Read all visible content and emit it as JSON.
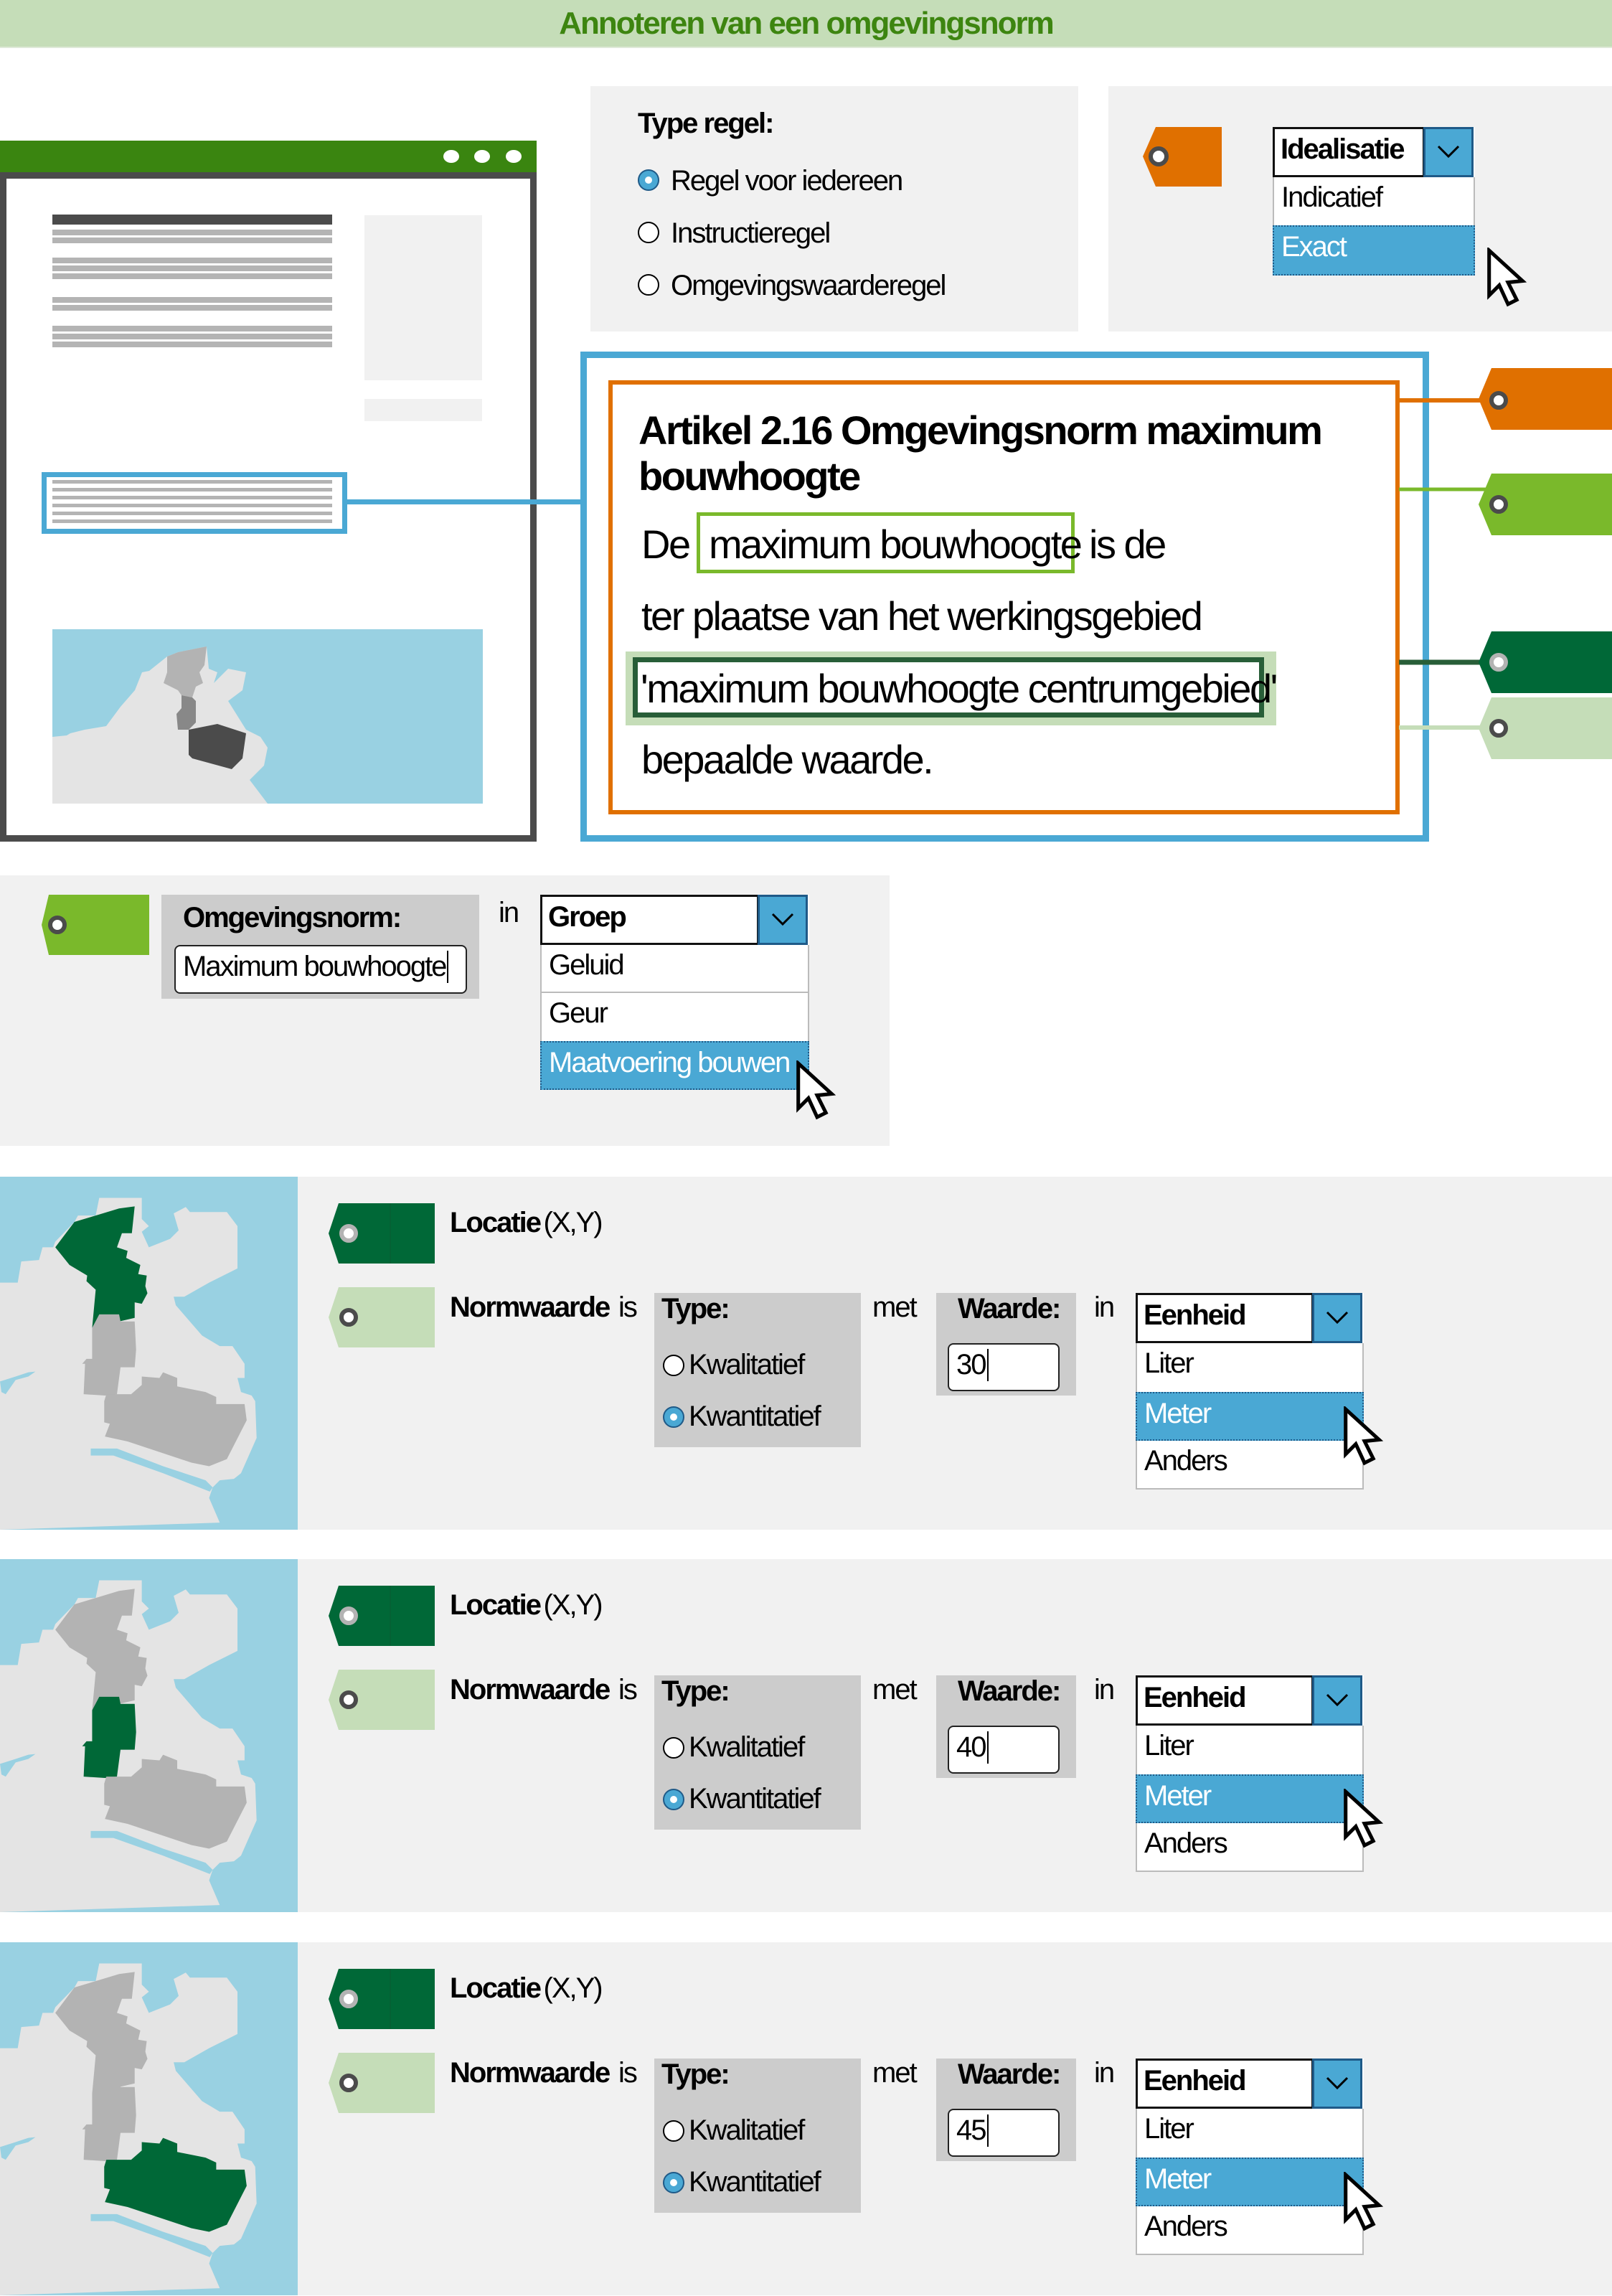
{
  "header": {
    "title": "Annoteren van een omgevingsnorm"
  },
  "colors": {
    "header_bg": "#c5ddb8",
    "header_text": "#3d8510",
    "browser_bar": "#3a8510",
    "selection_blue": "#4aa8d4",
    "tag_orange": "#e07000",
    "tag_light_green": "#7ab92b",
    "tag_dark_green": "#006837",
    "tag_pale_green": "#c5ddb8",
    "map_water": "#99d1e2",
    "map_land": "#e4e4e4",
    "map_region": "#b3b3b3"
  },
  "type_regel": {
    "label": "Type regel:",
    "options": [
      {
        "label": "Regel voor iedereen",
        "selected": true
      },
      {
        "label": "Instructieregel",
        "selected": false
      },
      {
        "label": "Omgevingswaarderegel",
        "selected": false
      }
    ]
  },
  "idealisatie": {
    "tag_icon": "tag-orange-icon",
    "dropdown_label": "Idealisatie",
    "options": [
      {
        "label": "Indicatief",
        "selected": false
      },
      {
        "label": "Exact",
        "selected": true
      }
    ]
  },
  "article": {
    "title_line1": "Artikel 2.16 Omgevingsnorm maximum",
    "title_line2": "bouwhoogte",
    "line1_pre": "De",
    "line1_highlight": "maximum bouwhoogte",
    "line1_post": "is de",
    "line2": "ter plaatse van het werkingsgebied",
    "line3_highlight": "'maximum bouwhoogte centrumgebied'",
    "line4": "bepaalde waarde."
  },
  "omgevingsnorm": {
    "label": "Omgevingsnorm:",
    "value": "Maximum bouwhoogte",
    "in_label": "in",
    "dropdown_label": "Groep",
    "options": [
      {
        "label": "Geluid",
        "selected": false
      },
      {
        "label": "Geur",
        "selected": false
      },
      {
        "label": "Maatvoering bouwen",
        "selected": true
      }
    ]
  },
  "rows": [
    {
      "locatie_label": "Locatie",
      "locatie_coords": "(X,Y)",
      "normwaarde_label": "Normwaarde",
      "is_label": "is",
      "type_label": "Type:",
      "type_options": [
        {
          "label": "Kwalitatief",
          "selected": false
        },
        {
          "label": "Kwantitatief",
          "selected": true
        }
      ],
      "met_label": "met",
      "waarde_label": "Waarde:",
      "waarde_value": "30",
      "in_label": "in",
      "eenheid_label": "Eenheid",
      "eenheid_options": [
        {
          "label": "Liter",
          "selected": false
        },
        {
          "label": "Meter",
          "selected": true
        },
        {
          "label": "Anders",
          "selected": false
        }
      ],
      "highlighted_region": "north"
    },
    {
      "locatie_label": "Locatie",
      "locatie_coords": "(X,Y)",
      "normwaarde_label": "Normwaarde",
      "is_label": "is",
      "type_label": "Type:",
      "type_options": [
        {
          "label": "Kwalitatief",
          "selected": false
        },
        {
          "label": "Kwantitatief",
          "selected": true
        }
      ],
      "met_label": "met",
      "waarde_label": "Waarde:",
      "waarde_value": "40",
      "in_label": "in",
      "eenheid_label": "Eenheid",
      "eenheid_options": [
        {
          "label": "Liter",
          "selected": false
        },
        {
          "label": "Meter",
          "selected": true
        },
        {
          "label": "Anders",
          "selected": false
        }
      ],
      "highlighted_region": "middle"
    },
    {
      "locatie_label": "Locatie",
      "locatie_coords": "(X,Y)",
      "normwaarde_label": "Normwaarde",
      "is_label": "is",
      "type_label": "Type:",
      "type_options": [
        {
          "label": "Kwalitatief",
          "selected": false
        },
        {
          "label": "Kwantitatief",
          "selected": true
        }
      ],
      "met_label": "met",
      "waarde_label": "Waarde:",
      "waarde_value": "45",
      "in_label": "in",
      "eenheid_label": "Eenheid",
      "eenheid_options": [
        {
          "label": "Liter",
          "selected": false
        },
        {
          "label": "Meter",
          "selected": true
        },
        {
          "label": "Anders",
          "selected": false
        }
      ],
      "highlighted_region": "south"
    }
  ]
}
